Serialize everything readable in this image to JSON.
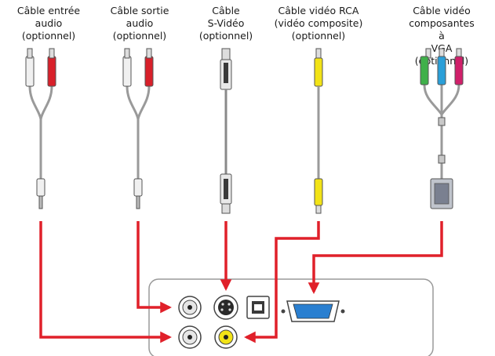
{
  "cables": [
    {
      "id": "audio-in",
      "label": "Câble entrée\naudio\n(optionnel)"
    },
    {
      "id": "audio-out",
      "label": "Câble sortie\naudio\n(optionnel)"
    },
    {
      "id": "s-video",
      "label": "Câble\nS-Vidéo\n(optionnel)"
    },
    {
      "id": "rca-video",
      "label": "Câble vidéo RCA\n(vidéo composite)\n(optionnel)"
    },
    {
      "id": "vga",
      "label": "Câble vidéo\ncomposantes à\nVGA (optionnel)"
    }
  ],
  "colors": {
    "arrow": "#e0202a",
    "plug_white": "#f0f0f0",
    "plug_red": "#d8202a",
    "plug_yellow": "#f2e316",
    "plug_green": "#3fb04a",
    "plug_blue": "#2a9fd8",
    "plug_magenta": "#d0206a",
    "cable": "#9a9a9a",
    "port_vga": "#2a7fd0",
    "panel_border": "#9a9a9a"
  }
}
